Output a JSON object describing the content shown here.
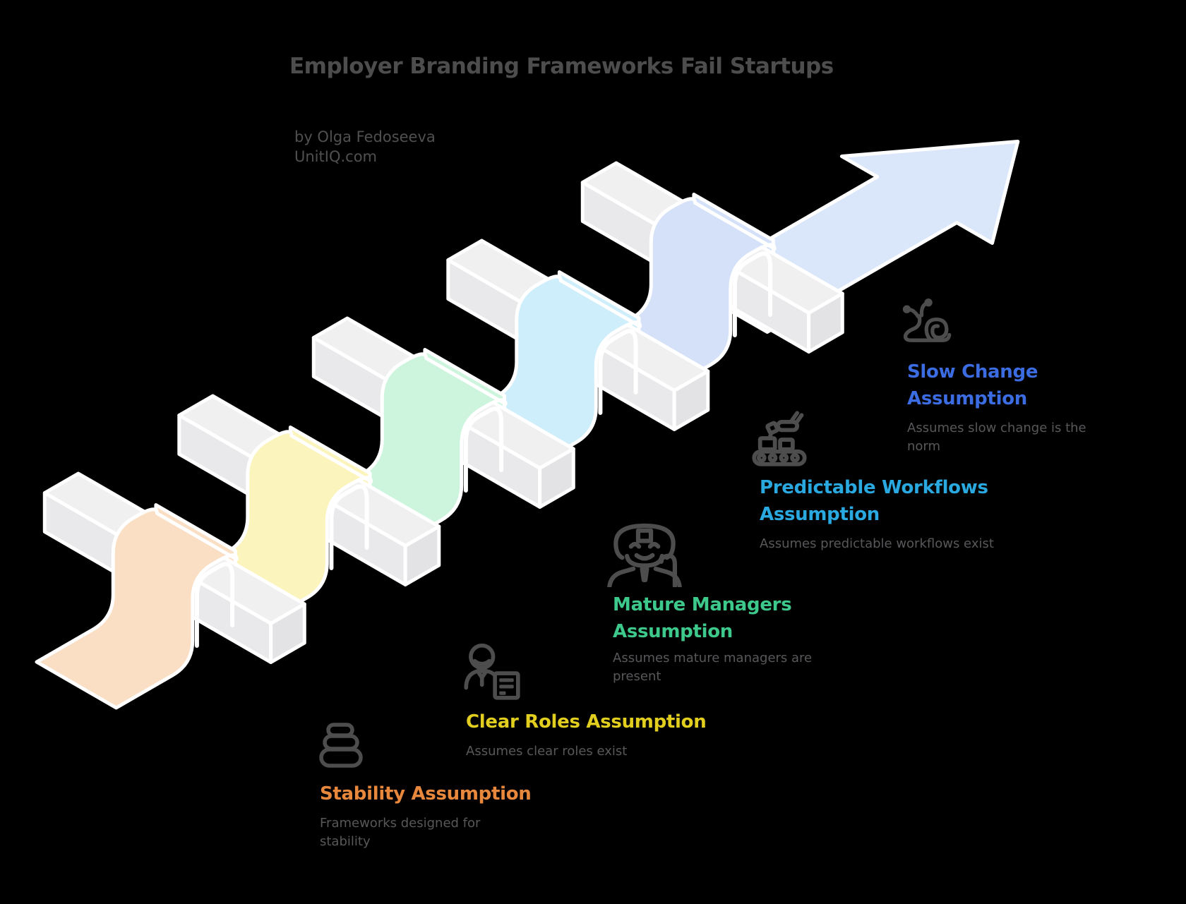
{
  "title": "Employer Branding Frameworks Fail Startups",
  "byline": "by Olga Fedoseeva",
  "site": "UnitIQ.com",
  "colors": {
    "bg": "#000000",
    "title": "#4D4D4D",
    "byline": "#505052",
    "text": "#58585B",
    "icon": "#4D4D4D",
    "outline": "#FFFFFF",
    "bar_top": "#F0F0F1",
    "bar_front": "#E9E9EB",
    "bar_end": "#E3E3E6",
    "arrow": "#DAE6FA"
  },
  "steps": [
    {
      "id": "stability",
      "icon": "stones-icon",
      "heading": "Stability Assumption",
      "description": "Frameworks designed for stability",
      "heading_color": "#E8883D",
      "ribbon_color": "#FADFC5"
    },
    {
      "id": "clear-roles",
      "icon": "person-id-card-icon",
      "heading": "Clear Roles Assumption",
      "description": "Assumes clear roles exist",
      "heading_color": "#E2CE1E",
      "ribbon_color": "#FBF4BC"
    },
    {
      "id": "mature-managers",
      "icon": "elderly-manager-icon",
      "heading": "Mature Managers Assumption",
      "description": "Assumes mature managers are present",
      "heading_color": "#3EC98C",
      "ribbon_color": "#CDF5DE"
    },
    {
      "id": "predictable-workflows",
      "icon": "conveyor-robot-arm-icon",
      "heading": "Predictable Workflows Assumption",
      "description": "Assumes predictable workflows exist",
      "heading_color": "#29A9E0",
      "ribbon_color": "#CDEEFA"
    },
    {
      "id": "slow-change",
      "icon": "snail-icon",
      "heading": "Slow Change Assumption",
      "description": "Assumes slow change is the norm",
      "heading_color": "#3C6CE1",
      "ribbon_color": "#D4E1F8"
    }
  ]
}
